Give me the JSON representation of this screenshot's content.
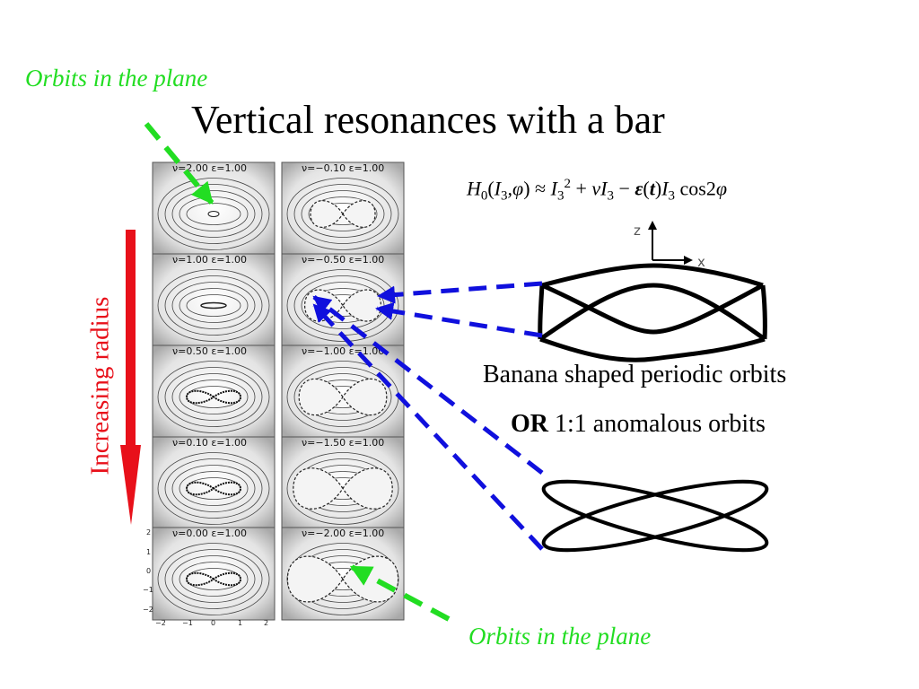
{
  "slide": {
    "title": "Vertical resonances with a bar",
    "note_top": "Orbits in the plane",
    "note_bottom": "Orbits in the plane",
    "radius_label": "Increasing radius",
    "caption_line1": "Banana shaped periodic orbits",
    "caption_or": "OR",
    "caption_line2_rest": " 1:1 anomalous orbits",
    "colors": {
      "green": "#22dd22",
      "blue": "#1010dd",
      "red": "#e8101a"
    }
  },
  "equation": {
    "text": "H0(I3,φ) ≈ I3^2 + νI3 − ε(t)I3 cos2φ"
  },
  "axes_icon": {
    "z": "z",
    "x": "x"
  },
  "panels": {
    "left": [
      "ν=2.00 ε=1.00",
      "ν=1.00 ε=1.00",
      "ν=0.50 ε=1.00",
      "ν=0.10 ε=1.00",
      "ν=0.00 ε=1.00"
    ],
    "right": [
      "ν=−0.10 ε=1.00",
      "ν=−0.50 ε=1.00",
      "ν=−1.00 ε=1.00",
      "ν=−1.50 ε=1.00",
      "ν=−2.00 ε=1.00"
    ],
    "y_ticks": [
      "2",
      "1",
      "0",
      "−1",
      "−2"
    ],
    "x_ticks": [
      "−2",
      "−1",
      "0",
      "1",
      "2"
    ]
  }
}
